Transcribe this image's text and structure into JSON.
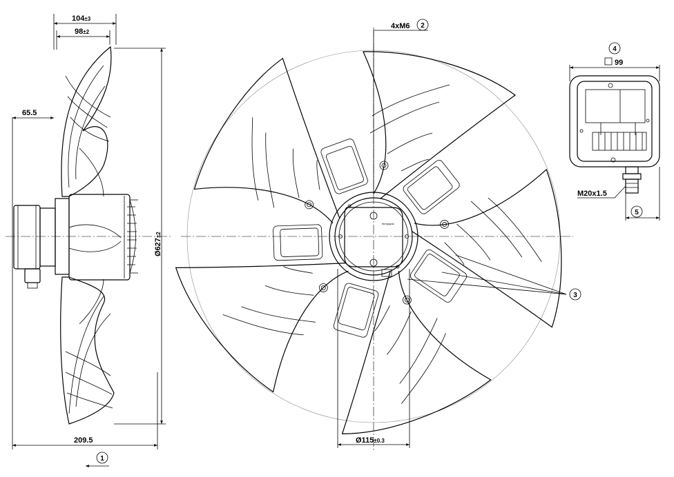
{
  "dimensions": {
    "depth_total": "104",
    "depth_total_tol": "±3",
    "depth_blade": "98",
    "depth_blade_tol": "±2",
    "offset_mount": "65.5",
    "diameter_fan": "Ø627",
    "diameter_fan_tol": "±2",
    "overall_length": "209.5",
    "thread_spec": "4xM6",
    "hub_diameter": "Ø115",
    "hub_diameter_tol": "±0.3",
    "box_size": "99",
    "gland_spec": "M20x1.5"
  },
  "callouts": {
    "c1": "1",
    "c2": "2",
    "c3": "3",
    "c4": "4",
    "c5": "5"
  },
  "labels": {
    "hub_brand": "ebmpapst"
  },
  "colors": {
    "line": "#000000",
    "background": "#ffffff",
    "construction": "#8a8a8a"
  }
}
